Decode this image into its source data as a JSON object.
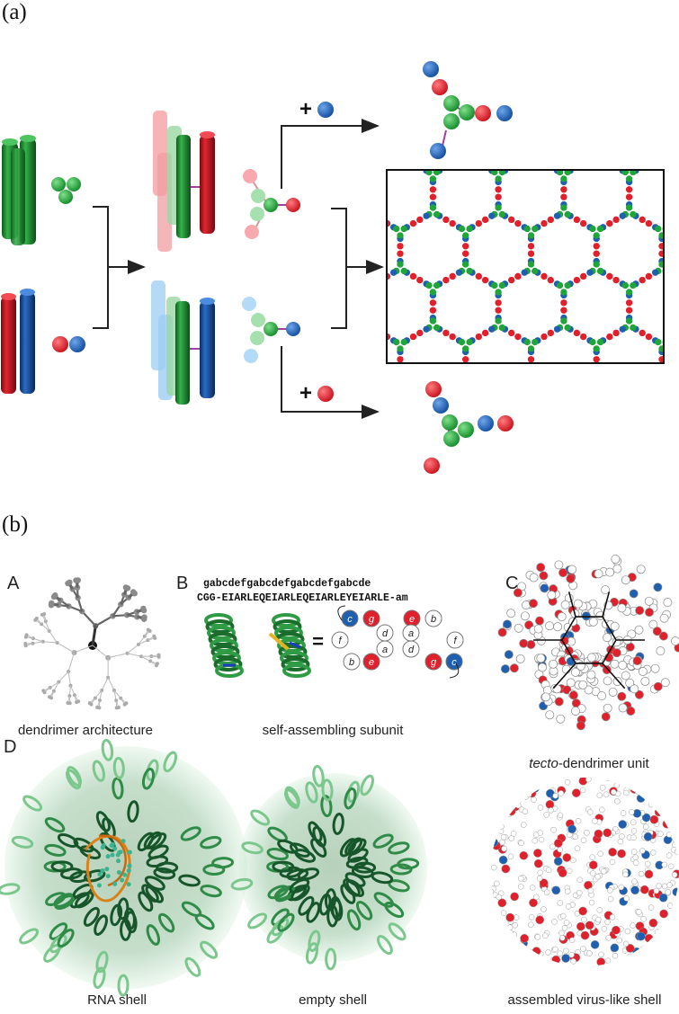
{
  "panel_a": {
    "tag": "(a)",
    "plus_top": "+",
    "plus_bottom": "+"
  },
  "panel_b": {
    "tag": "(b)",
    "sub_A": "A",
    "sub_B": "B",
    "sub_C": "C",
    "sub_D": "D",
    "heptad_line": "gabcdefgabcdefgabcdefgabcde",
    "sequence_line": "CGG-EIARLEQEIARLEQEIARLEYEIARLE-am",
    "equals": "=",
    "caption_A": "dendrimer architecture",
    "caption_B": "self-assembling subunit",
    "caption_C_italic": "tecto",
    "caption_C_rest": "-dendrimer unit",
    "caption_D1": "RNA shell",
    "caption_D2": "empty shell",
    "caption_D3": "assembled virus-like shell",
    "wheel_left": [
      "c",
      "g",
      "d",
      "f",
      "a",
      "b",
      "e"
    ],
    "wheel_right": [
      "e",
      "b",
      "a",
      "d",
      "f",
      "g",
      "c"
    ]
  },
  "colors": {
    "green": "#1fa53a",
    "red": "#e0202a",
    "blue": "#1f5fb0",
    "dark_green": "#1d5e2a"
  }
}
